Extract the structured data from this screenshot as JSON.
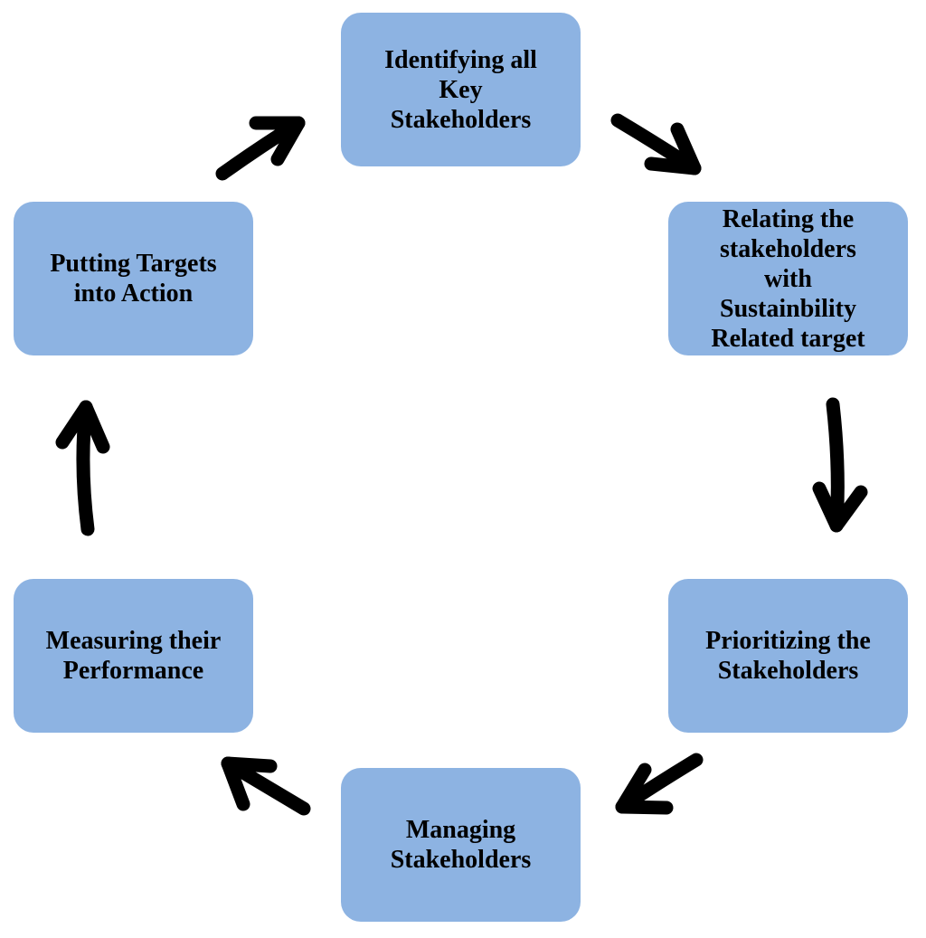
{
  "diagram": {
    "type": "cycle",
    "box_color": "#8db3e2",
    "arrow_color": "#000000",
    "nodes": [
      {
        "id": "n1",
        "label": "Identifying all\nKey\nStakeholders"
      },
      {
        "id": "n2",
        "label": "Relating the\nstakeholders\nwith\nSustainbility\nRelated target"
      },
      {
        "id": "n3",
        "label": "Prioritizing the\nStakeholders"
      },
      {
        "id": "n4",
        "label": "Managing\nStakeholders"
      },
      {
        "id": "n5",
        "label": "Measuring their\nPerformance"
      },
      {
        "id": "n6",
        "label": "Putting Targets\ninto Action"
      }
    ],
    "edges": [
      {
        "from": "n1",
        "to": "n2"
      },
      {
        "from": "n2",
        "to": "n3"
      },
      {
        "from": "n3",
        "to": "n4"
      },
      {
        "from": "n4",
        "to": "n5"
      },
      {
        "from": "n5",
        "to": "n6"
      },
      {
        "from": "n6",
        "to": "n1"
      }
    ]
  }
}
